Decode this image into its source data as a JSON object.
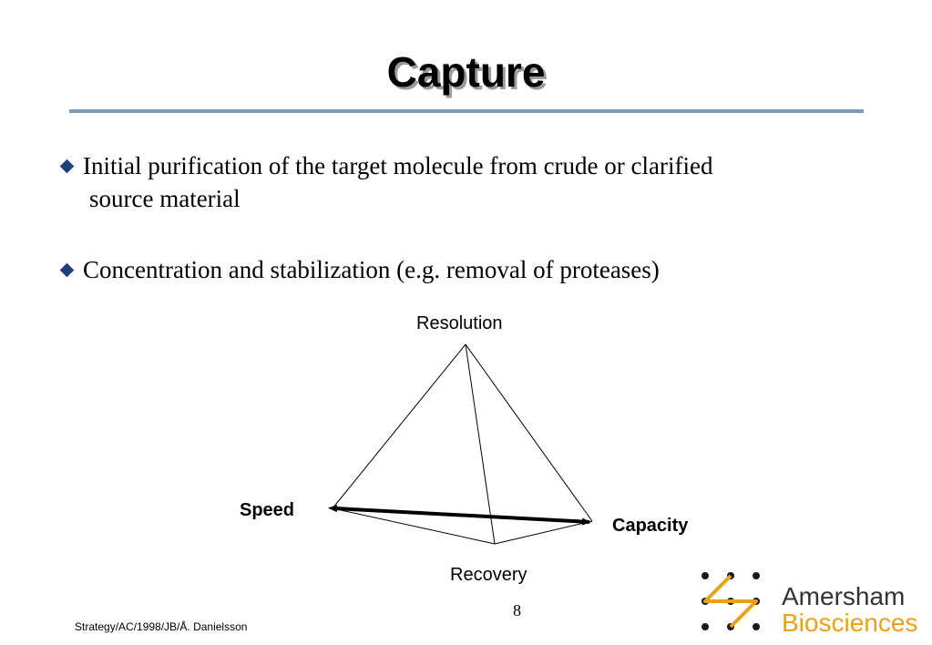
{
  "slide": {
    "title": "Capture",
    "bullets": [
      {
        "line1": "Initial purification of the target molecule from crude or clarified",
        "line2": "source material"
      },
      {
        "line1": "Concentration and stabilization (e.g. removal of proteases)"
      }
    ],
    "diagram": {
      "top_label": "Resolution",
      "left_label": "Speed",
      "right_label": "Capacity",
      "bottom_label": "Recovery"
    },
    "page_number": "8",
    "footer": "Strategy/AC/1998/JB/Å. Danielsson",
    "logo": {
      "line1": "Amersham",
      "line2": "Biosciences",
      "colors": {
        "text": "#333333",
        "accent": "#e7a21a"
      }
    },
    "colors": {
      "rule": "#7f9ab4",
      "bullet": "#1f3f7a"
    }
  }
}
